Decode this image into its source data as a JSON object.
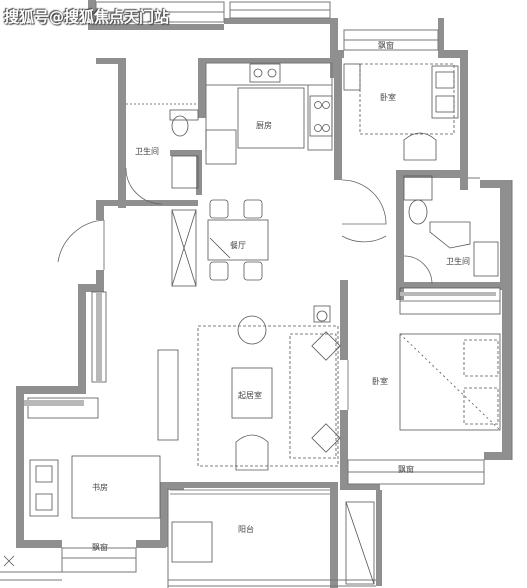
{
  "watermark": "搜狐号@搜狐焦点天门站",
  "rooms": {
    "bay_top": "飘窗",
    "bedroom_top": "卧室",
    "kitchen": "厨房",
    "bath_left": "卫生间",
    "dining": "餐厅",
    "bath_right": "卫生间",
    "living": "起居室",
    "bedroom_right": "卧室",
    "bay_right": "飘窗",
    "study": "书房",
    "balcony": "阳台",
    "bay_bottom": "飘窗"
  },
  "colors": {
    "wall": "#8f8f8f",
    "line": "#666666",
    "fixture": "#555555",
    "wood": "#b8b8b8"
  }
}
